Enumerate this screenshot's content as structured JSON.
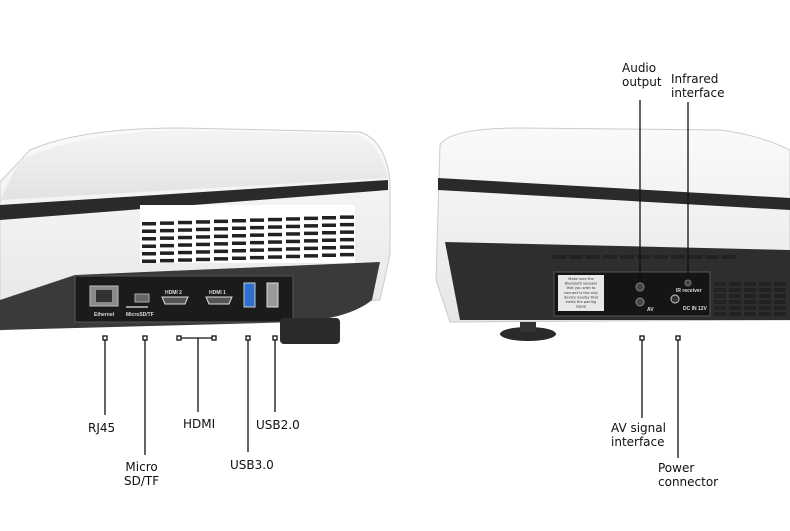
{
  "left_labels": {
    "rj45": "RJ45",
    "micro_sd_1": "Micro",
    "micro_sd_2": "SD/TF",
    "hdmi": "HDMI",
    "usb3": "USB3.0",
    "usb2": "USB2.0"
  },
  "right_labels": {
    "audio_1": "Audio",
    "audio_2": "output",
    "ir_1": "Infrared",
    "ir_2": "interface",
    "av_1": "AV signal",
    "av_2": "interface",
    "power_1": "Power",
    "power_2": "connector"
  },
  "left_panel_text": {
    "ethernet": "Ethernet",
    "microsd": "MicroSD/TF",
    "hdmi2": "HDMI 2",
    "hdmi1": "HDMI 1"
  },
  "right_panel_text": {
    "sticker": [
      "Make sure the",
      "Bluetooth speaker",
      "that you wish to",
      "connect is the only",
      "device nearby that",
      "emits the pairing",
      "signal"
    ],
    "ir_receiver": "IR receiver",
    "av": "AV",
    "dc_in": "DC IN 12V"
  }
}
